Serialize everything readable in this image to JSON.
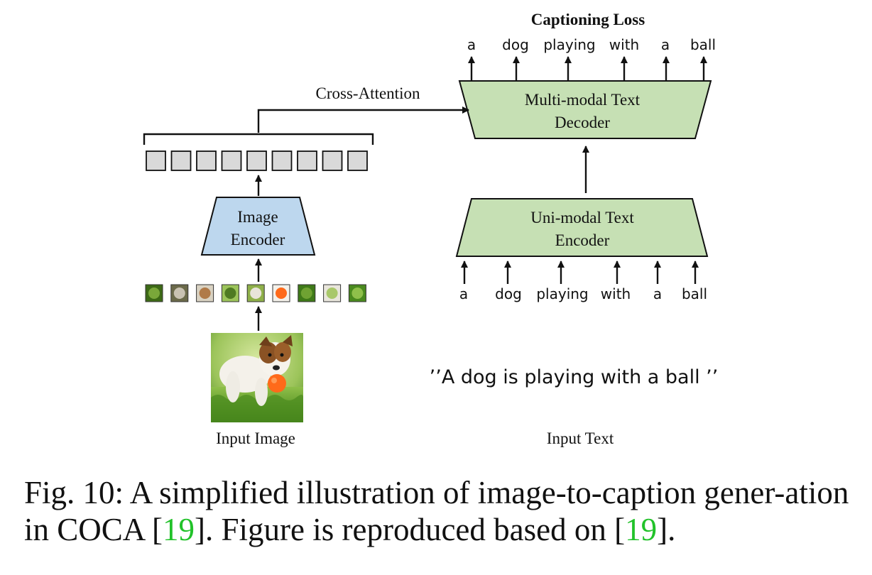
{
  "diagram": {
    "title": "Captioning Loss",
    "cross_attention_label": "Cross-Attention",
    "decoder": {
      "line1": "Multi-modal Text",
      "line2": "Decoder"
    },
    "text_encoder": {
      "line1": "Uni-modal Text",
      "line2": "Encoder"
    },
    "image_encoder": {
      "line1": "Image",
      "line2": "Encoder"
    },
    "output_tokens": [
      "a",
      "dog",
      "playing",
      "with",
      "a",
      "ball"
    ],
    "input_tokens": [
      "a",
      "dog",
      "playing",
      "with",
      "a",
      "ball"
    ],
    "input_text_quote": "’’A dog is playing with a ball ’’",
    "input_image_label": "Input Image",
    "input_text_label": "Input Text",
    "embedding_count": 9,
    "patch_count": 9,
    "colors": {
      "decoder_fill": "#c6e0b4",
      "encoder_fill": "#c6e0b4",
      "image_encoder_fill": "#bdd7ee",
      "token_fill": "#d9d9d9",
      "stroke": "#111111",
      "reference_link": "#22c22a"
    }
  },
  "caption": {
    "before_ref1": "Fig. 10: A simplified illustration of image-to-caption gener-ation in COCA [",
    "ref1": "19",
    "between_refs": "]. Figure is reproduced based on [",
    "ref2": "19",
    "after_ref2": "]."
  }
}
